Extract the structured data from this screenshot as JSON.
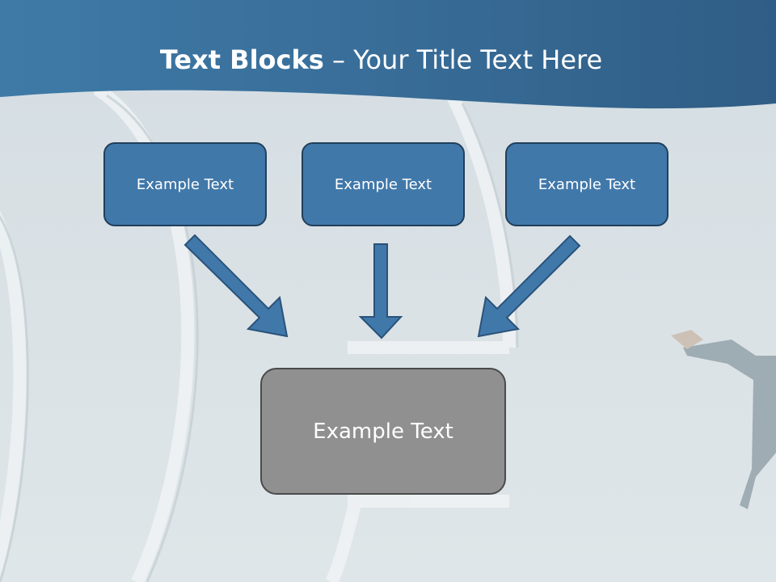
{
  "slide": {
    "title_bold": "Text Blocks",
    "title_rest": " – Your Title Text Here"
  },
  "blocks": [
    {
      "label": "Example Text"
    },
    {
      "label": "Example Text"
    },
    {
      "label": "Example Text"
    }
  ],
  "target": {
    "label": "Example Text"
  },
  "colors": {
    "header": "#3a6d98",
    "block_fill": "#4178aa",
    "block_border": "#213f5c",
    "target_fill": "#909090",
    "arrow": "#4178aa"
  }
}
